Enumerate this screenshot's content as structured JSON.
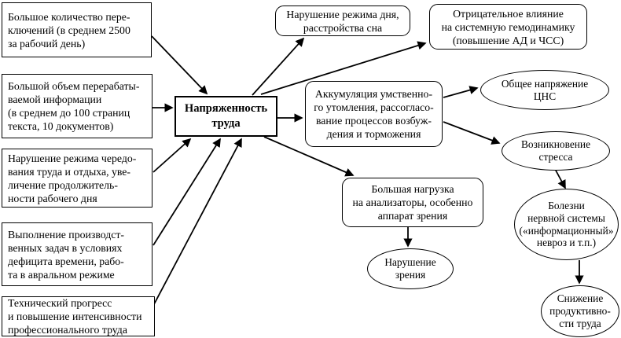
{
  "nodes": {
    "switching": {
      "label": "Большое количество пере-\nключений (в среднем 2500\nза рабочий день)"
    },
    "information": {
      "label": "Большой объем перерабаты-\nваемой информации\n(в среднем до 100 страниц\nтекста, 10 документов)"
    },
    "work_rest": {
      "label": "Нарушение режима чередо-\nвания труда и отдыха, уве-\nличение продолжитель-\nности рабочего дня"
    },
    "time_deficit": {
      "label": "Выполнение производст-\nвенных задач в условиях\nдефицита времени, рабо-\nта в авральном режиме"
    },
    "tech_progress": {
      "label": "Технический прогресс\nи повышение интенсивности\nпрофессионального труда"
    },
    "central": {
      "label": "Напряженность\nтруда"
    },
    "sleep": {
      "label": "Нарушение режима дня,\nрасстройства сна"
    },
    "hemodynamics": {
      "label": "Отрицательное влияние\nна системную гемодинамику\n(повышение АД и ЧСС)"
    },
    "fatigue": {
      "label": "Аккумуляция умственно-\nго утомления, рассогласо-\nвание процессов возбуж-\nдения и торможения"
    },
    "visual_load": {
      "label": "Большая нагрузка\nна анализаторы, особенно\nаппарат зрения"
    },
    "cns": {
      "label": "Общее напряжение\nЦНС"
    },
    "stress": {
      "label": "Возникновение\nстресса"
    },
    "nervous": {
      "label": "Болезни\nнервной системы\n(«информационный»\nневроз и т.п.)"
    },
    "productivity": {
      "label": "Снижение\nпродуктивно-\nсти труда"
    },
    "vision": {
      "label": "Нарушение\nзрения"
    }
  },
  "edges": [
    {
      "from": "switching",
      "to": "central"
    },
    {
      "from": "information",
      "to": "central"
    },
    {
      "from": "work_rest",
      "to": "central"
    },
    {
      "from": "time_deficit",
      "to": "central"
    },
    {
      "from": "tech_progress",
      "to": "central"
    },
    {
      "from": "central",
      "to": "sleep"
    },
    {
      "from": "central",
      "to": "hemodynamics"
    },
    {
      "from": "central",
      "to": "fatigue"
    },
    {
      "from": "central",
      "to": "visual_load"
    },
    {
      "from": "fatigue",
      "to": "cns"
    },
    {
      "from": "fatigue",
      "to": "stress"
    },
    {
      "from": "stress",
      "to": "nervous"
    },
    {
      "from": "nervous",
      "to": "productivity"
    },
    {
      "from": "visual_load",
      "to": "vision"
    }
  ],
  "colors": {
    "line": "#000000",
    "background": "#ffffff",
    "text": "#000000"
  }
}
